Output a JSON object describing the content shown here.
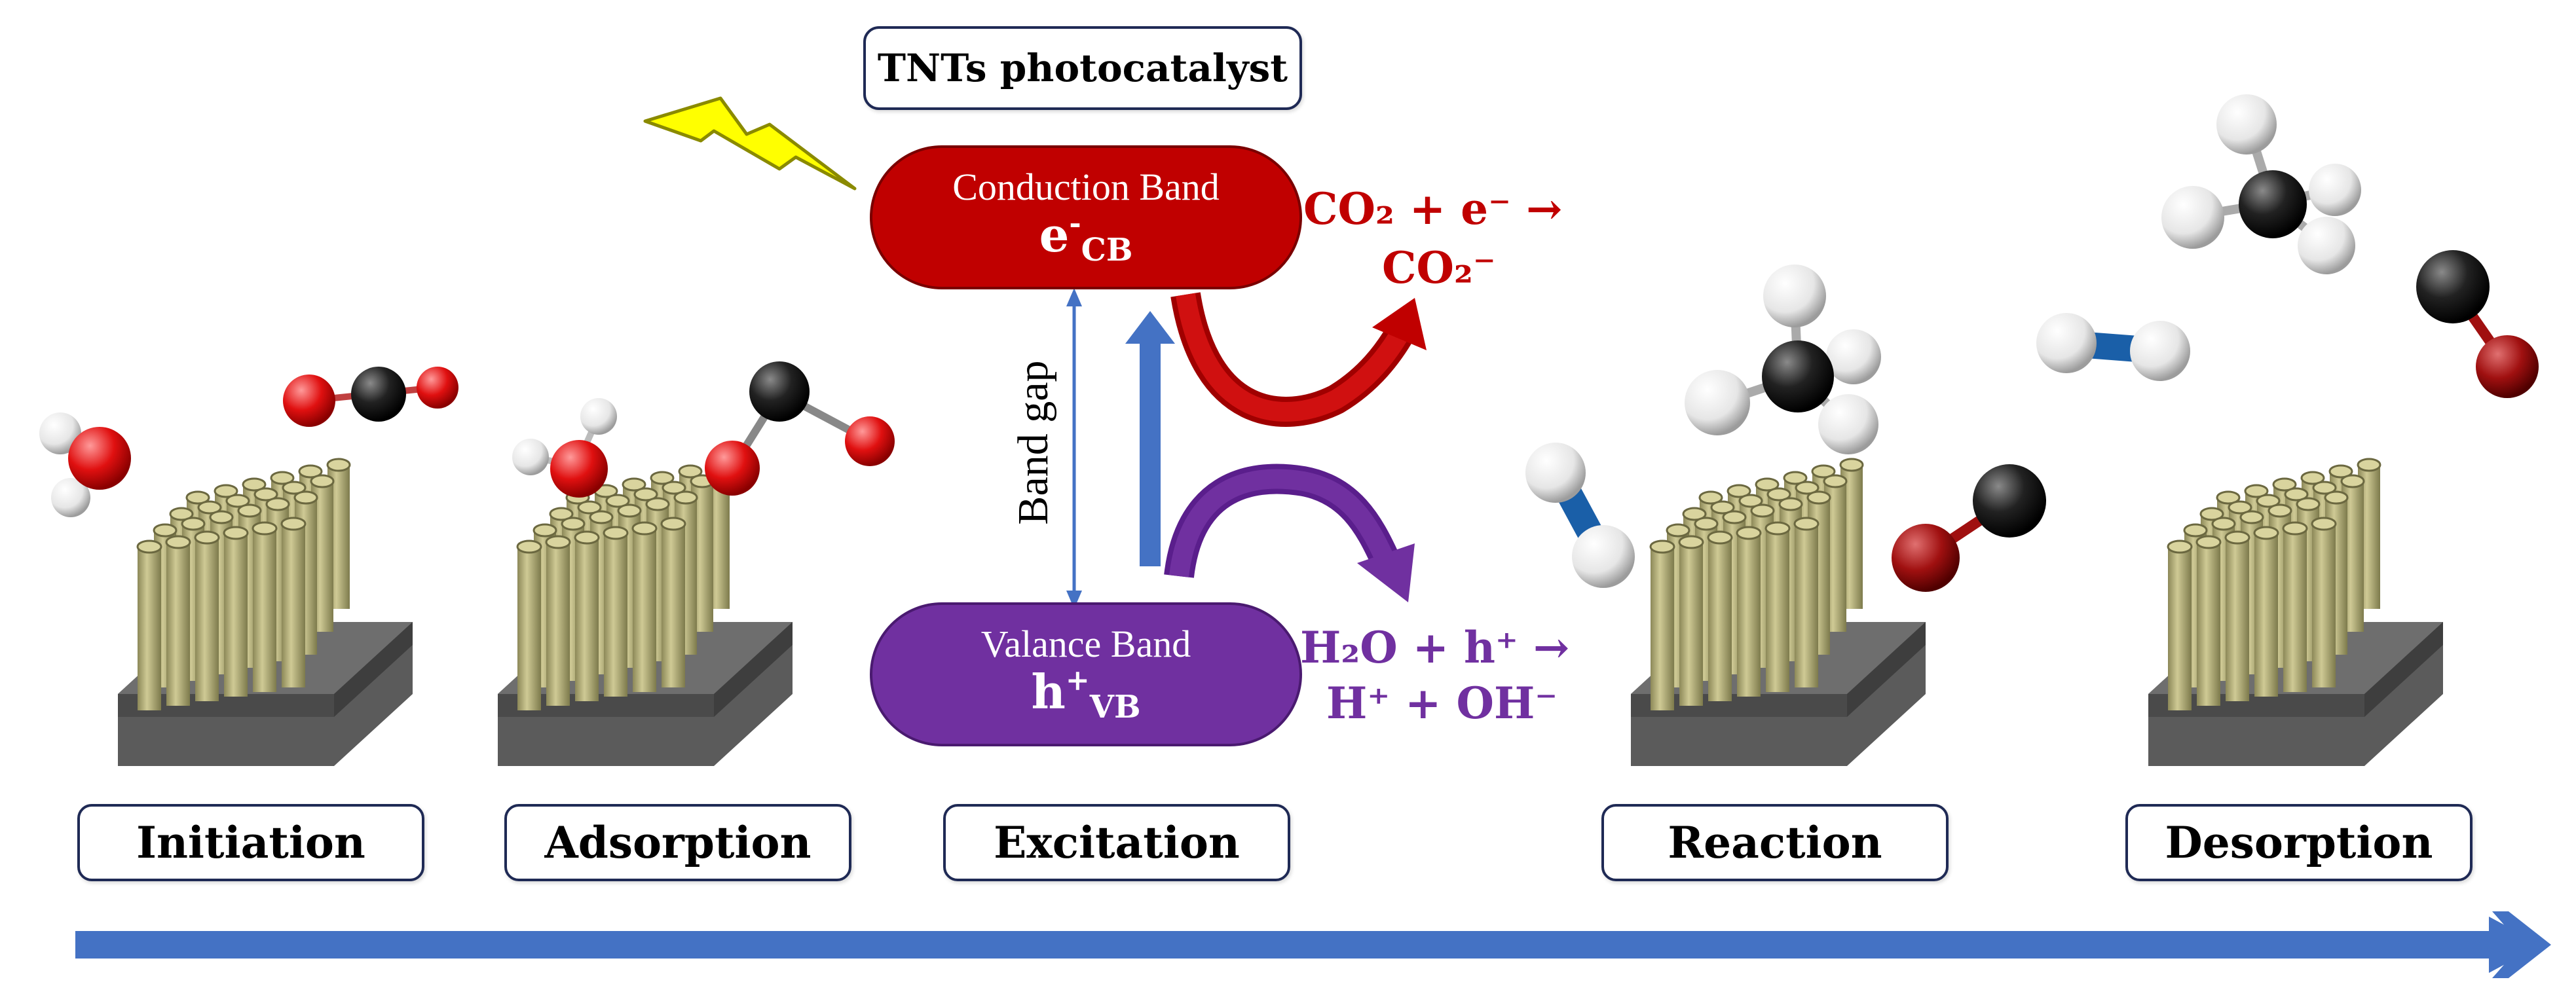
{
  "title": "TNTs photocatalyst",
  "stages": [
    "Initiation",
    "Adsorption",
    "Excitation",
    "Reaction",
    "Desorption"
  ],
  "conduction_band": {
    "name": "Conduction Band",
    "carrier": "e",
    "carrier_sup": "-",
    "carrier_sub": "CB",
    "color": "#c00000"
  },
  "valence_band": {
    "name": "Valance Band",
    "carrier": "h",
    "carrier_sup": "+",
    "carrier_sub": "VB",
    "color": "#7030a0"
  },
  "band_gap_label": "Band gap",
  "reduction_equation": {
    "line1": "CO₂ + e⁻ →",
    "line2": "CO₂⁻",
    "color": "#c00000"
  },
  "oxidation_equation": {
    "line1": "H₂O + h⁺ →",
    "line2": "H⁺ +  OH⁻",
    "color": "#7030a0"
  },
  "colors": {
    "arrow_blue": "#4472c4",
    "label_border": "#1f2a55",
    "lightning": "#ffff00",
    "nanotube": "#b5b07a",
    "substrate": "#5a5a5a",
    "oxygen": "#e01010",
    "carbon": "#111111",
    "hydrogen": "#f2f2f2",
    "bond_blue": "#1a5fa8"
  },
  "icons": [
    "lightning-icon",
    "nanotube-array-icon",
    "water-molecule-icon",
    "co2-molecule-icon",
    "methane-molecule-icon",
    "hydrogen-molecule-icon",
    "co-molecule-icon"
  ]
}
